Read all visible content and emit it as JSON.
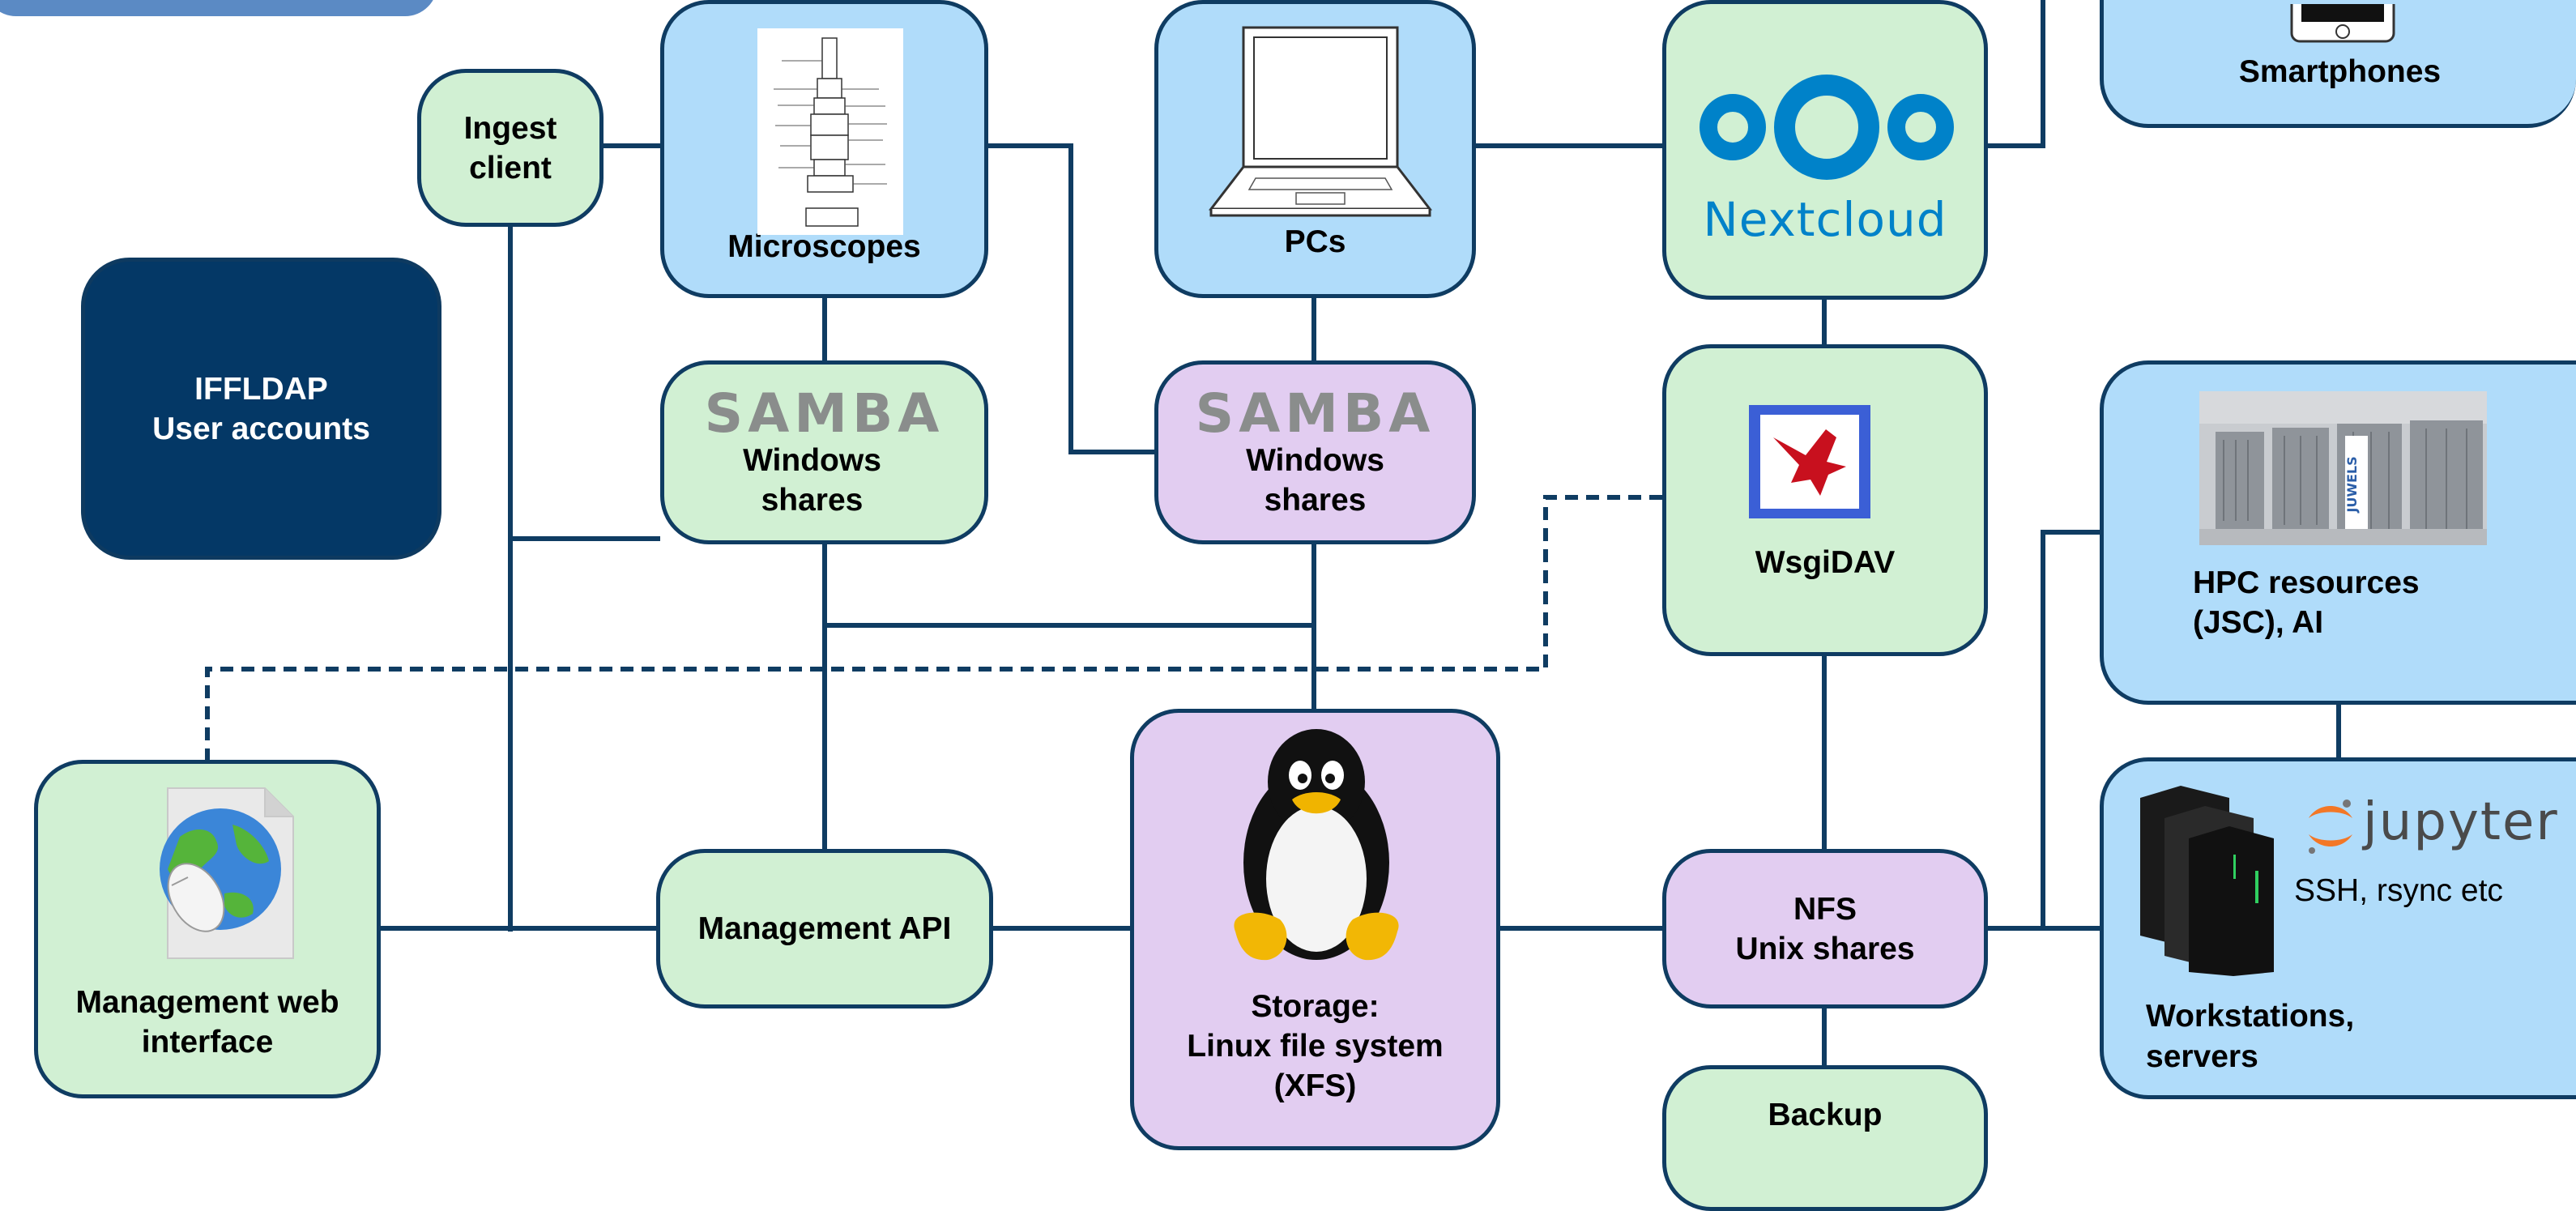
{
  "nodes": {
    "top_left_partial": {
      "label": ""
    },
    "ingest_client": {
      "label_l1": "Ingest",
      "label_l2": "client"
    },
    "microscopes": {
      "label": "Microscopes"
    },
    "pcs": {
      "label": "PCs"
    },
    "nextcloud": {
      "logo_text": "Nextcloud"
    },
    "smartphones": {
      "label": "Smartphones"
    },
    "ifferdap": {
      "label_l1": "IFFLDAP",
      "label_l2": "User accounts"
    },
    "samba_green": {
      "logo_text": "SAMBA",
      "label_l1": "Windows",
      "label_l2": "shares"
    },
    "samba_purple": {
      "logo_text": "SAMBA",
      "label_l1": "Windows",
      "label_l2": "shares"
    },
    "wsgidav": {
      "label": "WsgiDAV"
    },
    "hpc": {
      "label_l1": "HPC resources",
      "label_l2": "(JSC), AI",
      "rack_text": "JUWELS"
    },
    "mgmt_web": {
      "label_l1": "Management web",
      "label_l2": "interface"
    },
    "mgmt_api": {
      "label": "Management API"
    },
    "storage": {
      "label_l1": "Storage:",
      "label_l2": "Linux file system",
      "label_l3": "(XFS)"
    },
    "nfs": {
      "label_l1": "NFS",
      "label_l2": "Unix shares"
    },
    "workstations": {
      "jupyter_text": "jupyter",
      "tools": "SSH, rsync etc",
      "label_l1": "Workstations,",
      "label_l2": "servers"
    },
    "backup": {
      "label": "Backup"
    }
  },
  "colors": {
    "line": "#0f3c62",
    "green_fill": "#d1f0d3",
    "blue_fill": "#b0dcfa",
    "purple_fill": "#e2cdf1",
    "navy_fill": "#043866",
    "nextcloud_blue": "#0082c9",
    "jupyter_orange": "#f37726"
  },
  "icons": [
    "microscope-icon",
    "laptop-icon",
    "nextcloud-logo-icon",
    "smartphone-icon",
    "samba-logo-icon",
    "wsgidav-bird-icon",
    "supercomputer-photo-icon",
    "globe-mouse-icon",
    "tux-penguin-icon",
    "server-tower-icon",
    "jupyter-logo-icon"
  ]
}
